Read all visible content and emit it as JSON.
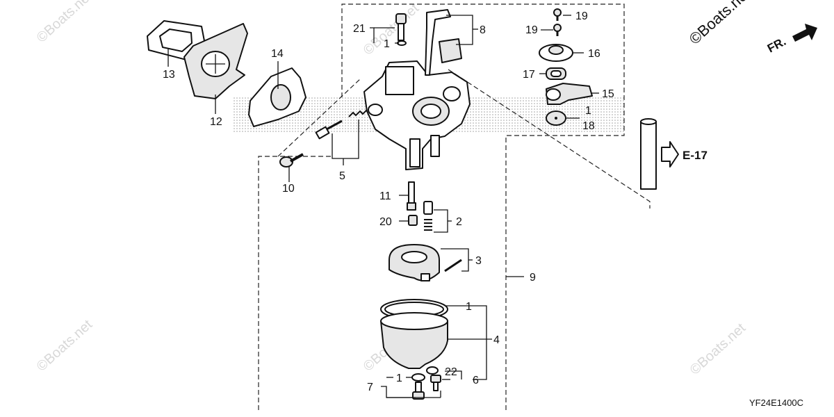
{
  "diagram": {
    "callouts": {
      "c1a": "1",
      "c1b": "1",
      "c1c": "1",
      "c1d": "1",
      "c2": "2",
      "c3": "3",
      "c4": "4",
      "c5": "5",
      "c6": "6",
      "c7": "7",
      "c8": "8",
      "c9": "9",
      "c10": "10",
      "c11": "11",
      "c12": "12",
      "c13": "13",
      "c14": "14",
      "c15": "15",
      "c16": "16",
      "c17": "17",
      "c18": "18",
      "c19a": "19",
      "c19b": "19",
      "c20": "20",
      "c21": "21",
      "c22": "22"
    },
    "ref_label": "E-17",
    "front_label": "FR.",
    "diagram_code": "YF24E1400C",
    "watermark": "©Boats.net"
  }
}
